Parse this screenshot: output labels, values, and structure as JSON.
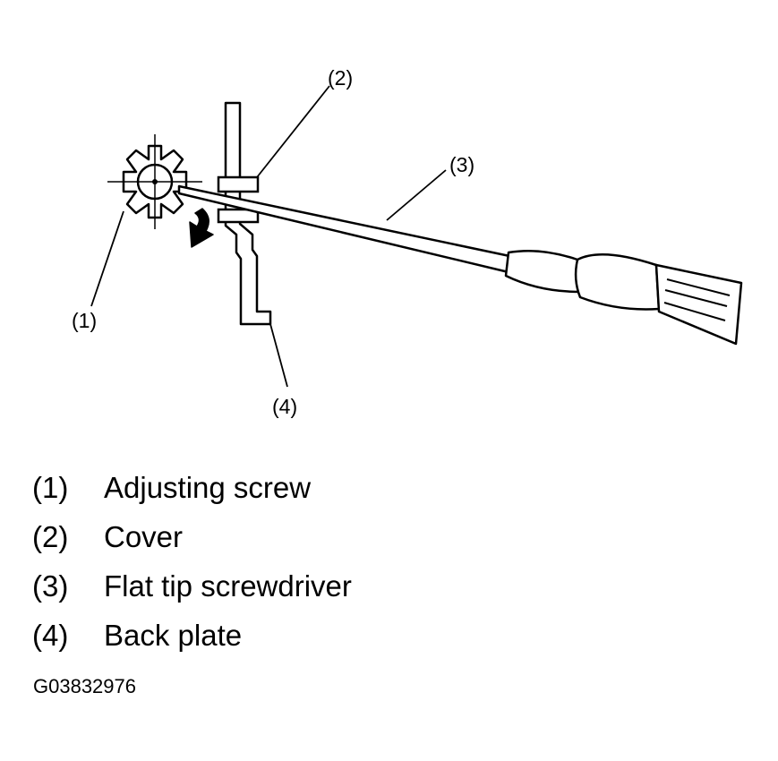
{
  "callouts": {
    "c1": "(1)",
    "c2": "(2)",
    "c3": "(3)",
    "c4": "(4)"
  },
  "legend": [
    {
      "num": "(1)",
      "text": "Adjusting screw"
    },
    {
      "num": "(2)",
      "text": "Cover"
    },
    {
      "num": "(3)",
      "text": "Flat tip screwdriver"
    },
    {
      "num": "(4)",
      "text": "Back plate"
    }
  ],
  "figure_id": "G03832976",
  "colors": {
    "ink": "#000000",
    "paper": "#ffffff"
  }
}
